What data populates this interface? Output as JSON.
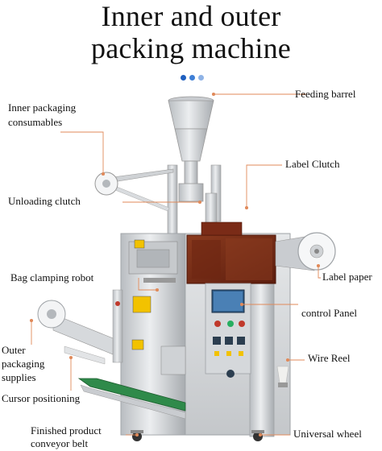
{
  "title": {
    "line1": "Inner and outer",
    "line2": "packing machine"
  },
  "dots": [
    "#1f5fbf",
    "#3f7fd6",
    "#8fb3e6"
  ],
  "labels": {
    "feeding_barrel": "Feeding barrel",
    "inner_packaging_line1": "Inner packaging",
    "inner_packaging_line2": "consumables",
    "label_clutch": "Label Clutch",
    "unloading_clutch": "Unloading clutch",
    "label_paper": "Label paper",
    "bag_clamping_robot": "Bag clamping robot",
    "control_panel": "control Panel",
    "outer_packaging_line1": "Outer",
    "outer_packaging_line2": "packaging",
    "outer_packaging_line3": "supplies",
    "wire_reel": "Wire Reel",
    "cursor_positioning": "Cursor positioning",
    "finished_product_line1": "Finished product",
    "finished_product_line2": "conveyor belt",
    "universal_wheel": "Universal wheel"
  },
  "colors": {
    "leader": "#e08a5a",
    "frame": "#d6d8da",
    "frame_dark": "#a9adb1",
    "window": "#7a2b17",
    "panel_screen": "#2f5d8a"
  }
}
